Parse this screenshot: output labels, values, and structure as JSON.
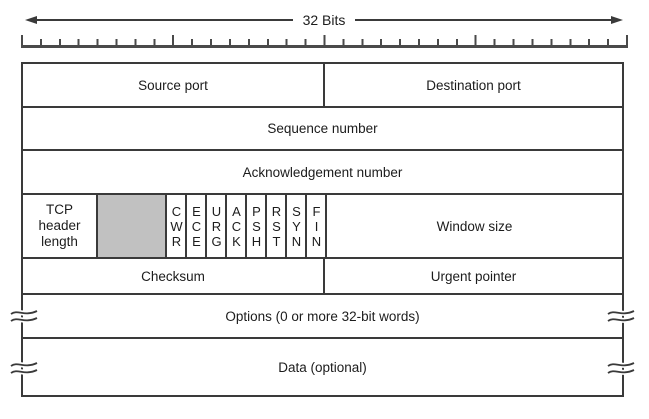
{
  "arrow": {
    "label": "32 Bits"
  },
  "table": {
    "source_port": "Source port",
    "destination_port": "Destination port",
    "sequence_number": "Sequence number",
    "acknowledgement_number": "Acknowledgement number",
    "tcp_header_length": "TCP\nheader\nlength",
    "flags": [
      "CWR",
      "ECE",
      "URG",
      "ACK",
      "PSH",
      "RST",
      "SYN",
      "FIN"
    ],
    "window_size": "Window size",
    "checksum": "Checksum",
    "urgent_pointer": "Urgent pointer",
    "options": "Options (0 or more 32-bit words)",
    "data": "Data (optional)"
  },
  "colors": {
    "reserved_fill": "#c1c1c1",
    "line": "#3a3a3a"
  }
}
